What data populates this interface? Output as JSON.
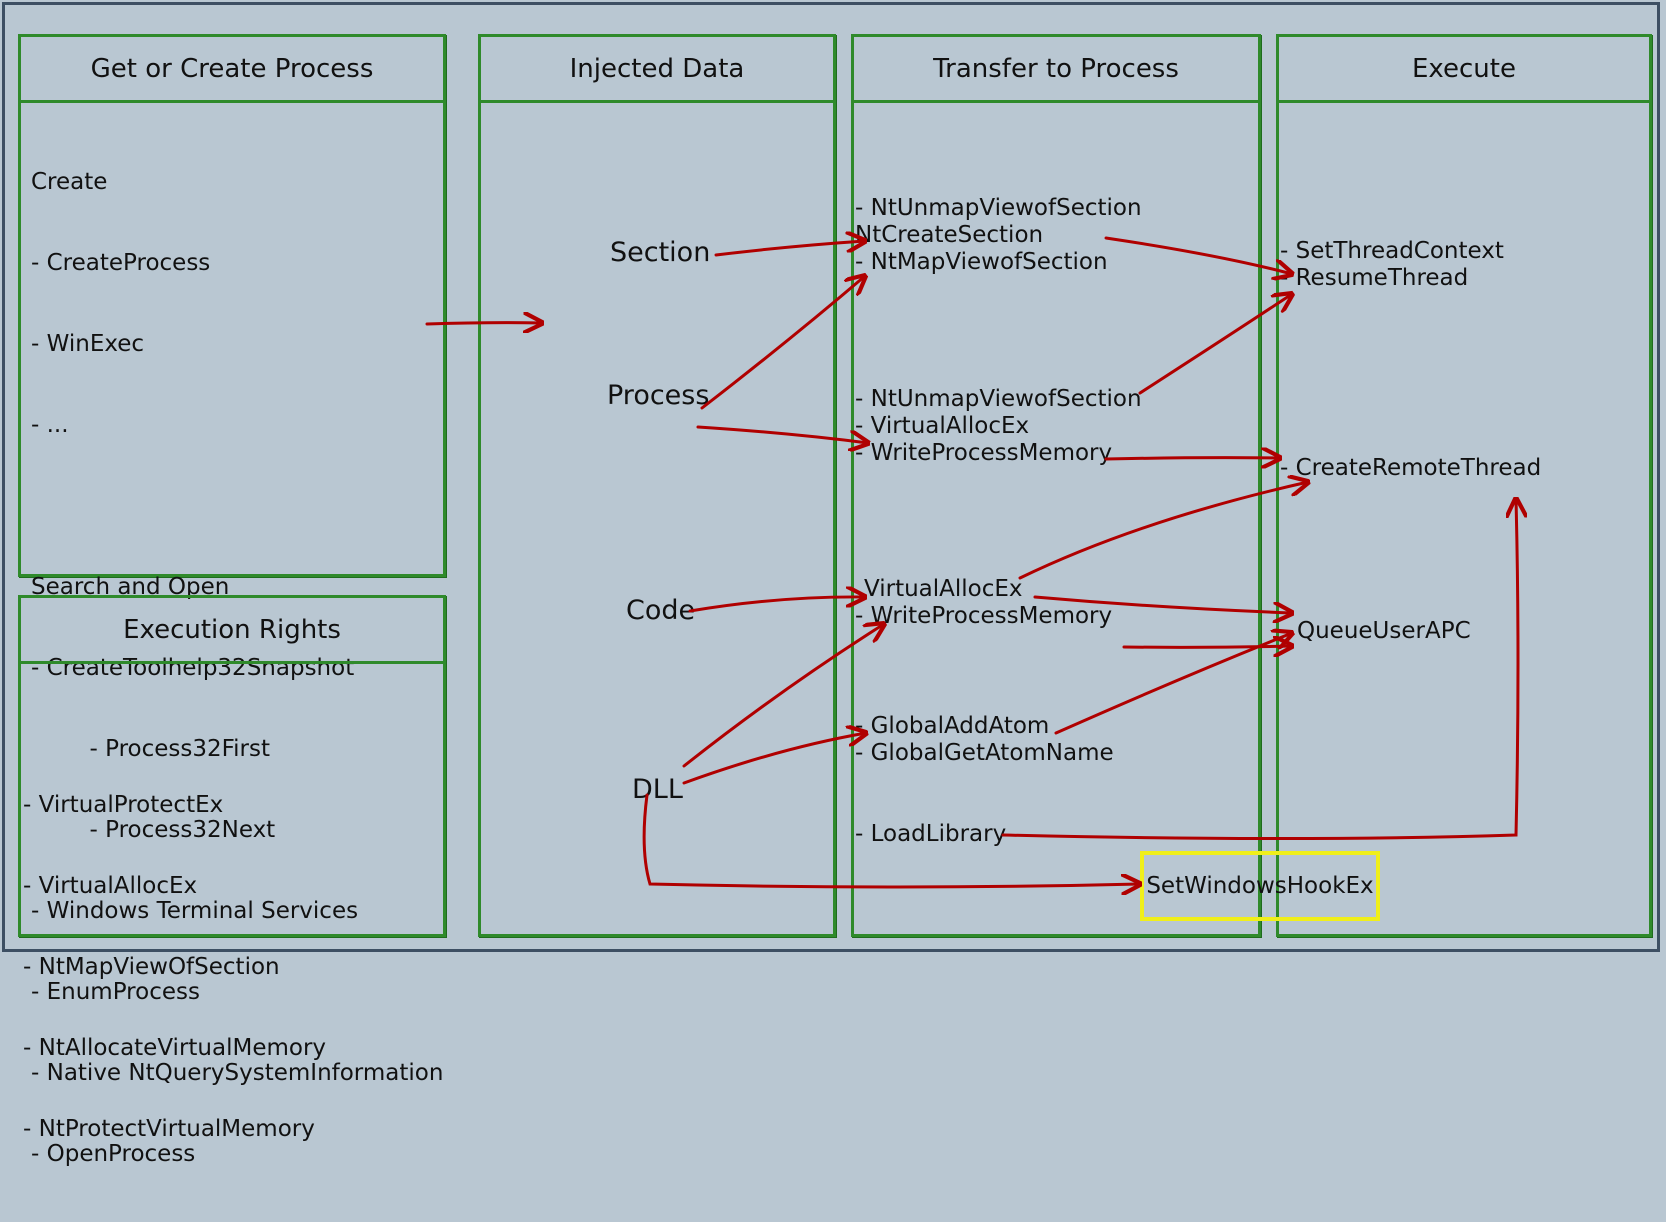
{
  "panels": {
    "process": {
      "title": "Get or Create Process",
      "lines": [
        "Create",
        "- CreateProcess",
        "- WinExec",
        "- ...",
        "",
        "Search and Open",
        "- CreateToolhelp32Snapshot",
        "        - Process32First",
        "        - Process32Next",
        "- Windows Terminal Services",
        "- EnumProcess",
        "- Native NtQuerySystemInformation",
        "- OpenProcess"
      ]
    },
    "rights": {
      "title": "Execution Rights",
      "lines": [
        "- VirtualProtectEx",
        "- VirtualAllocEx",
        "- NtMapViewOfSection",
        "- NtAllocateVirtualMemory",
        "- NtProtectVirtualMemory"
      ]
    },
    "injected": {
      "title": "Injected Data",
      "items": [
        "Section",
        "Process",
        "Code",
        "DLL"
      ]
    },
    "transfer": {
      "title": "Transfer to Process",
      "group_section": [
        "- NtUnmapViewofSection",
        "  NtCreateSection",
        "- NtMapViewofSection"
      ],
      "group_process": [
        "- NtUnmapViewofSection",
        "- VirtualAllocEx",
        "- WriteProcessMemory"
      ],
      "group_code": [
        "VirtualAllocEx",
        "- WriteProcessMemory"
      ],
      "group_atom": [
        "- GlobalAddAtom",
        "- GlobalGetAtomName"
      ],
      "group_load": [
        "- LoadLibrary"
      ]
    },
    "execute": {
      "title": "Execute",
      "group_thread": [
        "- SetThreadContext",
        "- ResumeThread"
      ],
      "remote": "- CreateRemoteThread",
      "apc": "QueueUserAPC"
    }
  },
  "hook_box": {
    "label": "SetWindowsHookEx",
    "color": "#f0ef1a"
  },
  "colors": {
    "panel_border": "#2f8a2b",
    "arrow": "#b00000",
    "background": "#b9c7d2"
  }
}
